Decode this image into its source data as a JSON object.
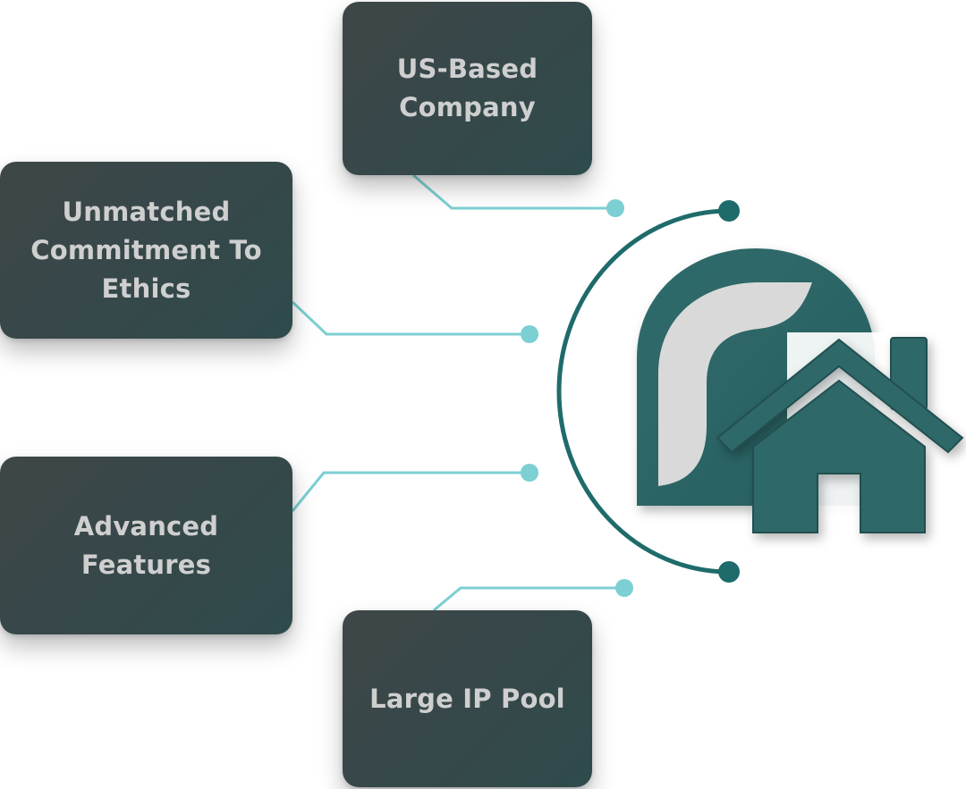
{
  "features": [
    {
      "id": "us-based",
      "label": "US-Based\nCompany"
    },
    {
      "id": "ethics",
      "label": "Unmatched\nCommitment To\nEthics"
    },
    {
      "id": "advanced",
      "label": "Advanced\nFeatures"
    },
    {
      "id": "ip-pool",
      "label": "Large IP Pool"
    }
  ],
  "colors": {
    "card_background": "#3a4546",
    "card_text": "#cfcfcf",
    "connector": "#7ccfd3",
    "accent": "#1f6b6b",
    "logo_green": "#2f6868"
  },
  "icons": {
    "logo": "home-shield-logo-icon",
    "house": "house-icon"
  }
}
